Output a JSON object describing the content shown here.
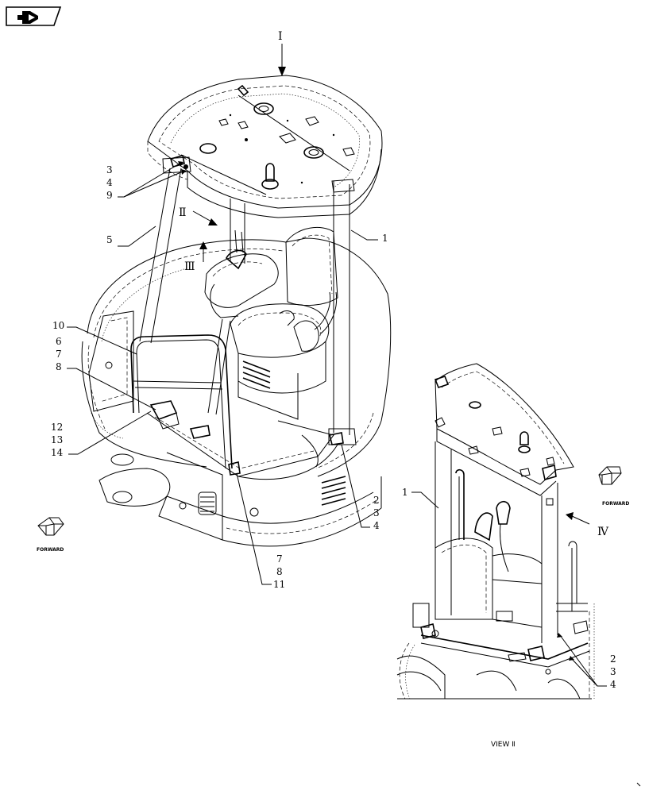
{
  "view_label": "VIEW Ⅱ",
  "forward_label": "FORWARD",
  "main_view": {
    "view_arrows": [
      "Ⅰ",
      "Ⅱ",
      "Ⅲ"
    ],
    "callouts": {
      "upper_left": [
        "3",
        "4",
        "9"
      ],
      "rear_post": [
        "5"
      ],
      "right_post": [
        "1"
      ],
      "left_side": [
        "10",
        "6",
        "7",
        "8"
      ],
      "left_lower": [
        "12",
        "13",
        "14"
      ],
      "front_center": [
        "7",
        "8",
        "11"
      ],
      "front_right": [
        "2",
        "3",
        "4"
      ]
    }
  },
  "detail_view": {
    "view_arrow": "Ⅳ",
    "callouts": {
      "frame": [
        "1"
      ],
      "mounts": [
        "2",
        "3",
        "4"
      ]
    }
  }
}
